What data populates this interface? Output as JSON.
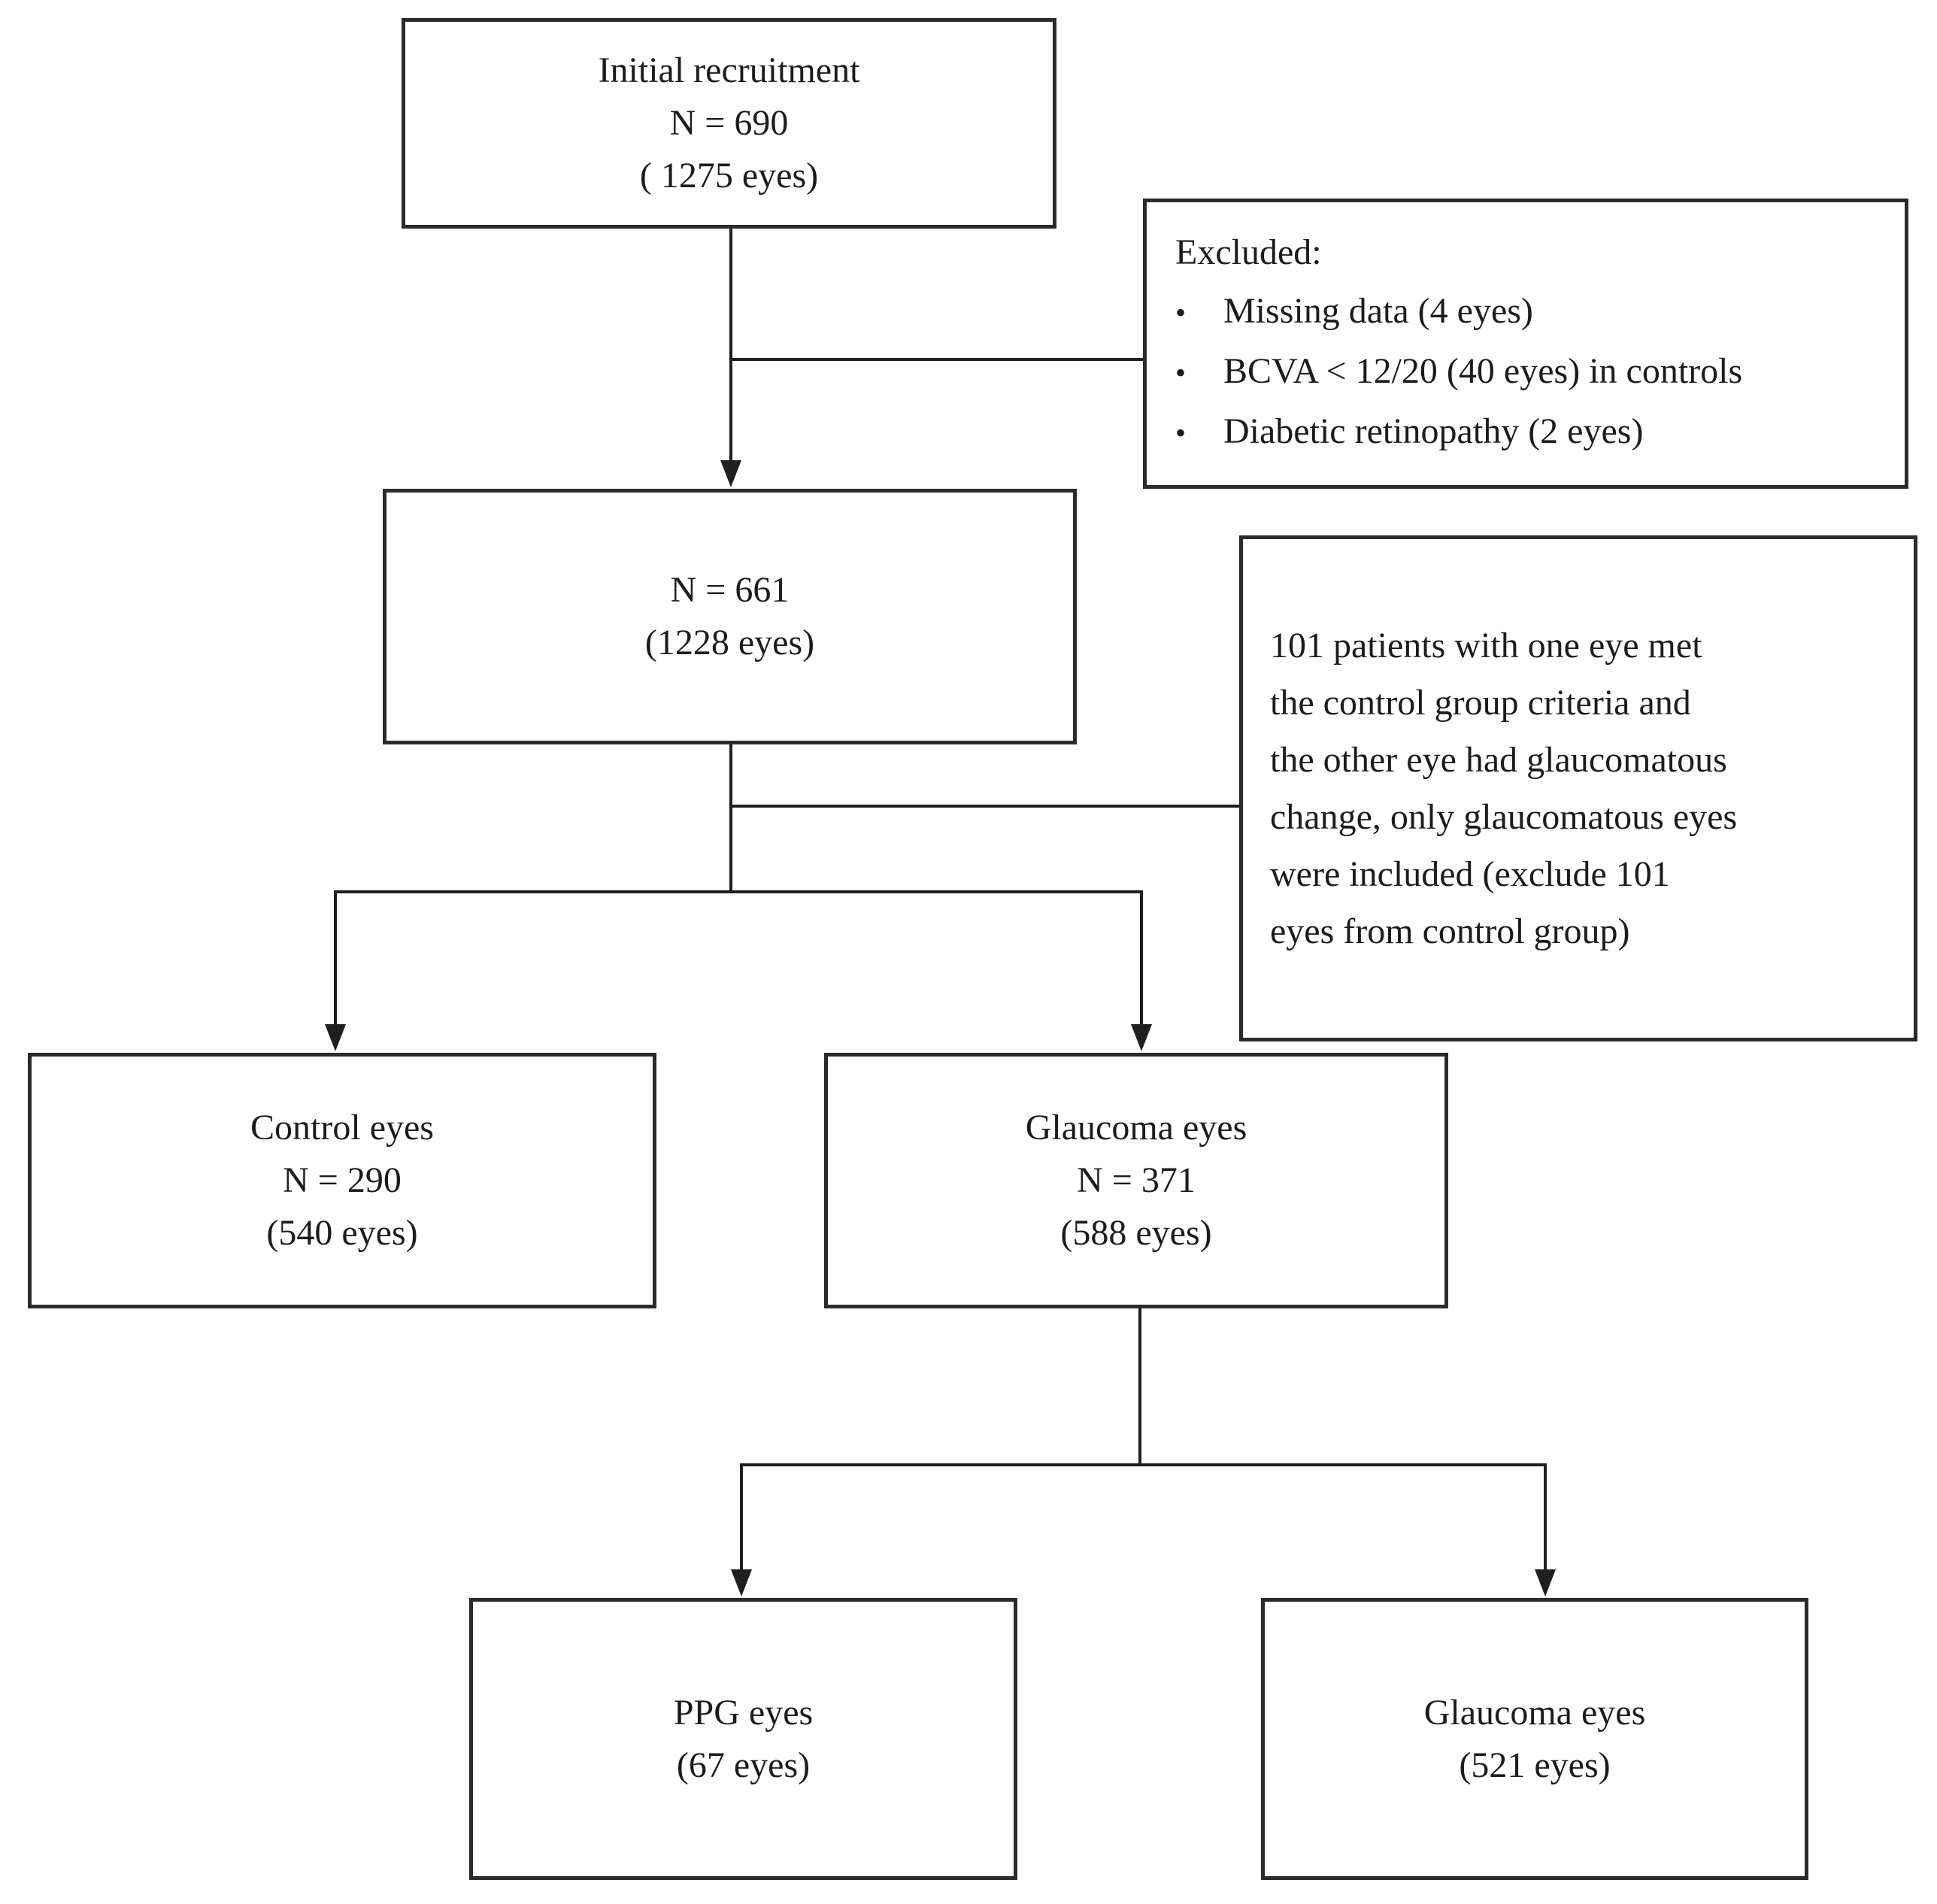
{
  "bullet_glyph": "•",
  "colors": {
    "line": "#1f1f1f",
    "border": "#2b2b2b",
    "text": "#1c1c1c",
    "background": "#ffffff"
  },
  "nodes": {
    "initial_recruitment": {
      "lines": [
        "Initial recruitment",
        "N = 690",
        "( 1275 eyes)"
      ]
    },
    "excluded": {
      "title": "Excluded:",
      "items": [
        "Missing data (4 eyes)",
        "BCVA < 12/20 (40 eyes) in controls",
        "Diabetic retinopathy (2 eyes)"
      ]
    },
    "eligible": {
      "lines": [
        "N = 661",
        "(1228 eyes)"
      ]
    },
    "note_101": {
      "lines": [
        "101 patients with one eye met",
        "the control group criteria and",
        "the other eye had glaucomatous",
        "change, only glaucomatous eyes",
        "were included (exclude 101",
        "eyes from control group)"
      ]
    },
    "control_eyes": {
      "lines": [
        "Control eyes",
        "N = 290",
        "(540 eyes)"
      ]
    },
    "glaucoma_eyes": {
      "lines": [
        "Glaucoma eyes",
        "N = 371",
        "(588 eyes)"
      ]
    },
    "ppg_eyes": {
      "lines": [
        "PPG eyes",
        "(67 eyes)"
      ]
    },
    "glaucoma_final": {
      "lines": [
        "Glaucoma eyes",
        "(521 eyes)"
      ]
    }
  }
}
